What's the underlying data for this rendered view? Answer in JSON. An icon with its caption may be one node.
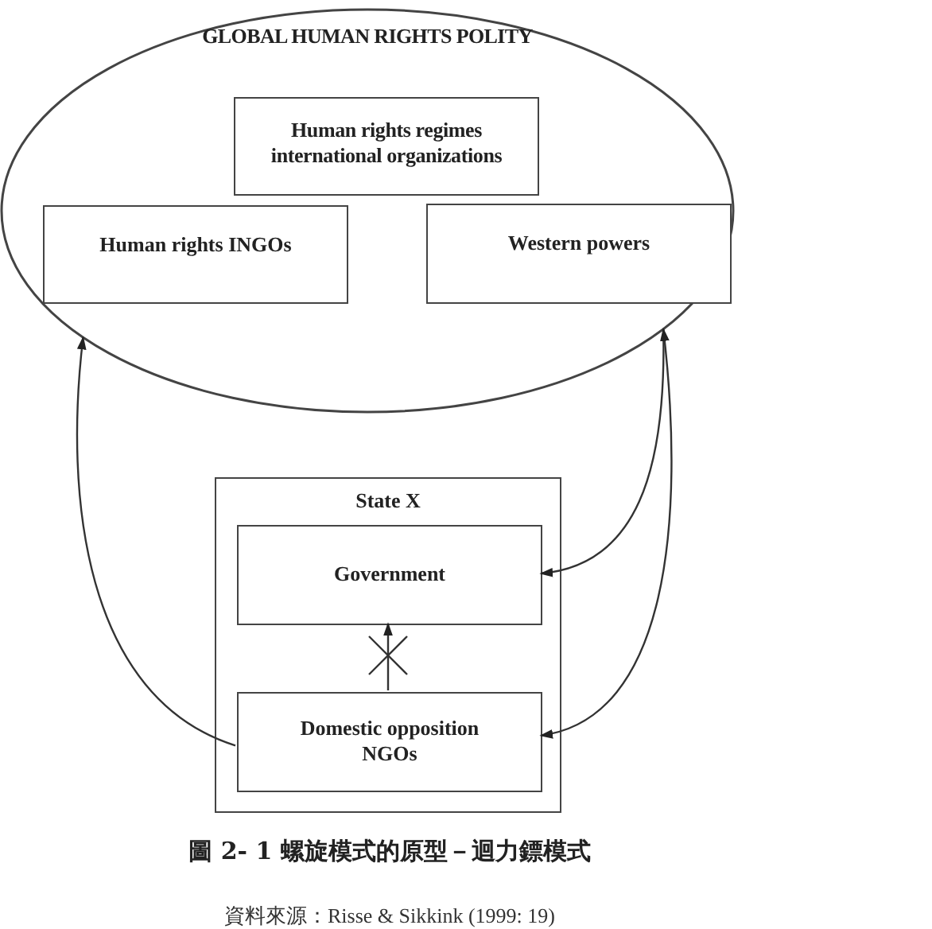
{
  "diagram": {
    "caption": "圖 2- 1  螺旋模式的原型－迴力鏢模式",
    "nodes": [
      {
        "text": [
          "GLOBAL HUMAN RIGHTS POLITY"
        ]
      },
      {
        "text": [
          "Human rights regimes international organizations"
        ],
        "in": 0
      },
      {
        "text": [
          "Human rights INGOs"
        ],
        "in": 0
      },
      {
        "text": [
          "Western powers"
        ],
        "in": 0
      },
      {
        "text": [
          "State X"
        ]
      },
      {
        "text": [
          "Government"
        ],
        "in": 4
      },
      {
        "text": [
          "Domestic opposition NGOs"
        ],
        "in": 4
      }
    ],
    "edges": [
      {
        "from": 6,
        "to": 0,
        "arrow": "to"
      },
      {
        "from": 0,
        "to": 5,
        "arrow": "to"
      },
      {
        "from": 0,
        "to": 6,
        "arrow": "both"
      },
      {
        "from": 6,
        "to": 5,
        "arrow": "to"
      }
    ],
    "labels": [
      "資料來源：Risse & Sikkink (1999: 19)"
    ]
  }
}
